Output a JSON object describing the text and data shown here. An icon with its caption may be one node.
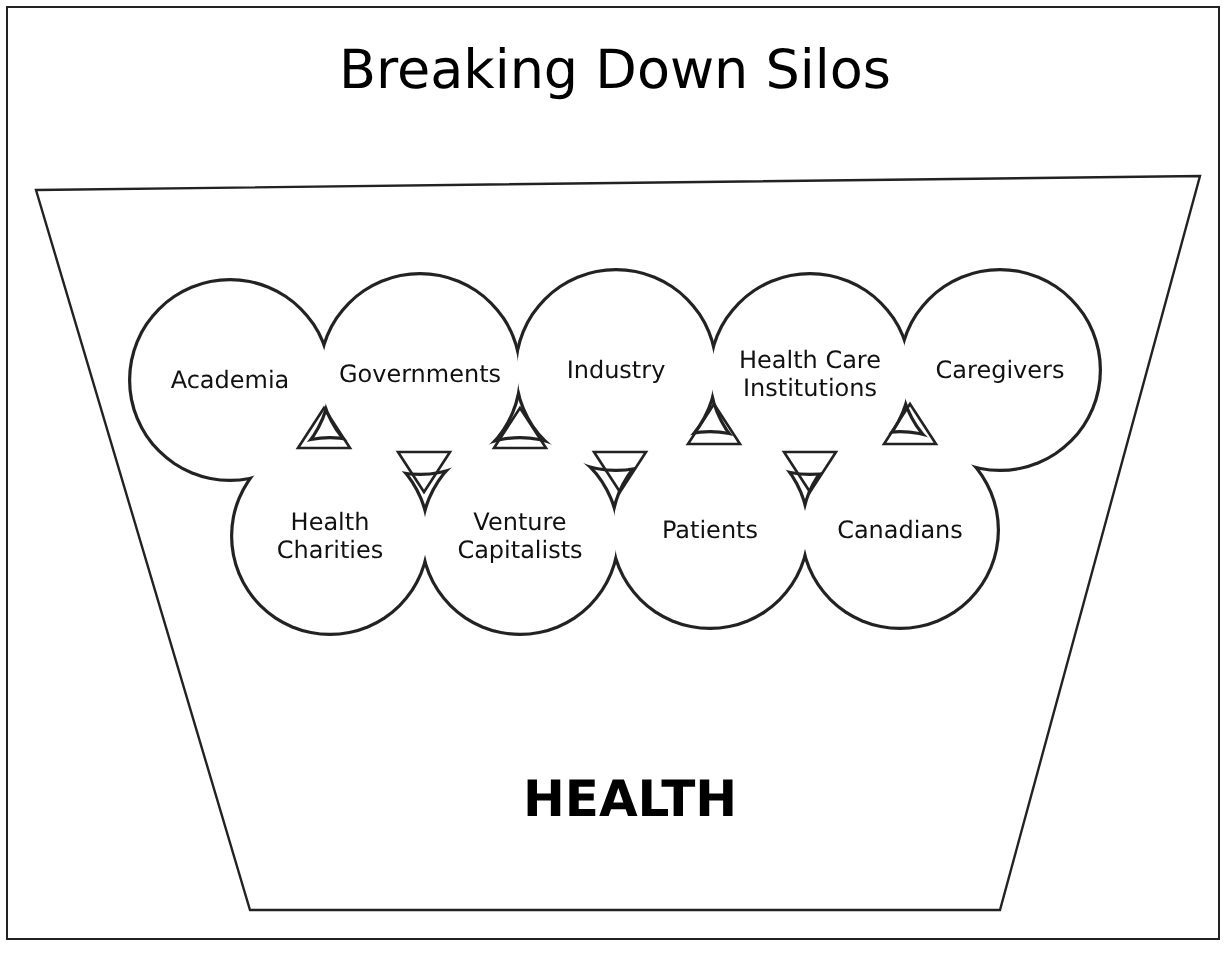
{
  "diagram": {
    "title": "Breaking Down Silos",
    "nodes": [
      {
        "text": [
          "HEALTH"
        ]
      },
      {
        "text": [
          "Academia"
        ],
        "in": 0
      },
      {
        "text": [
          "Governments"
        ],
        "in": 0
      },
      {
        "text": [
          "Industry"
        ],
        "in": 0
      },
      {
        "text": [
          "Health Care Institutions"
        ],
        "in": 0
      },
      {
        "text": [
          "Caregivers"
        ],
        "in": 0
      },
      {
        "text": [
          "Health Charities"
        ],
        "in": 0
      },
      {
        "text": [
          "Venture Capitalists"
        ],
        "in": 0
      },
      {
        "text": [
          "Patients"
        ],
        "in": 0
      },
      {
        "text": [
          "Canadians"
        ],
        "in": 0
      }
    ],
    "edges": []
  }
}
